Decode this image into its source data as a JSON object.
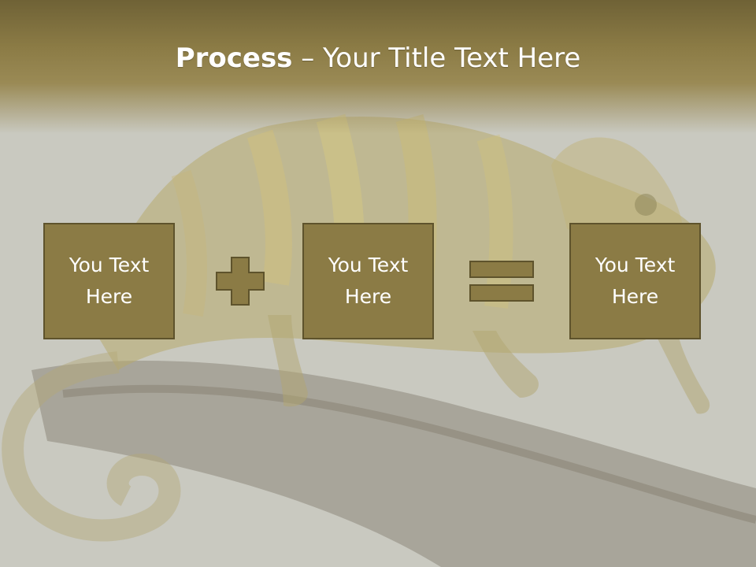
{
  "slide": {
    "title_bold": "Process",
    "title_rest": " – Your Title Text Here",
    "boxes": [
      {
        "label": "You Text Here"
      },
      {
        "label": "You Text Here"
      },
      {
        "label": "You Text Here"
      }
    ]
  },
  "operators": [
    "plus-icon",
    "equals-icon"
  ],
  "colors": {
    "header_dark": "#6f6236",
    "header_mid": "#9a8a55",
    "box_fill": "#8b7b45",
    "box_border": "#5e532c",
    "background": "#c8c8bf",
    "text": "#ffffff"
  }
}
